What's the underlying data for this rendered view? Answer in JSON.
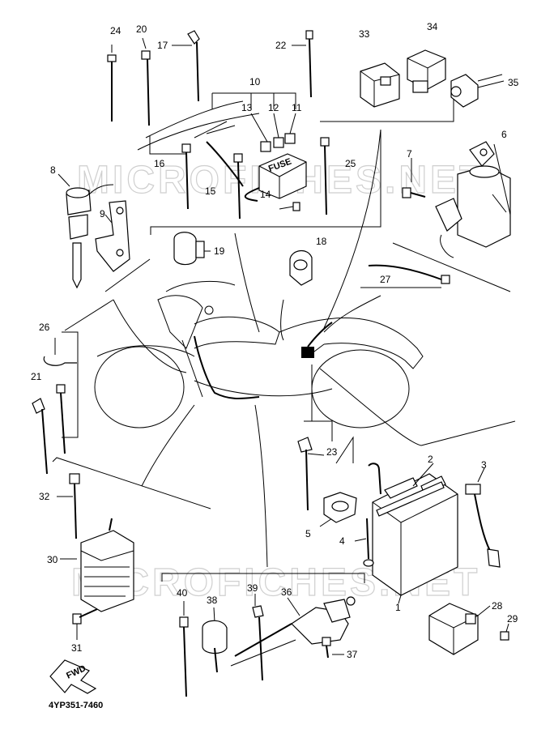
{
  "watermark": "MICROFICHES.NET",
  "diagram_code": "4YP351-7460",
  "fwd_label": "FWD",
  "fuse_label": "FUSE",
  "callouts": [
    "24",
    "20",
    "17",
    "22",
    "33",
    "34",
    "35",
    "10",
    "13",
    "12",
    "11",
    "6",
    "7",
    "16",
    "15",
    "25",
    "14",
    "8",
    "9",
    "19",
    "18",
    "27",
    "26",
    "21",
    "23",
    "2",
    "3",
    "5",
    "4",
    "32",
    "30",
    "1",
    "40",
    "39",
    "38",
    "36",
    "28",
    "29",
    "31",
    "37"
  ]
}
